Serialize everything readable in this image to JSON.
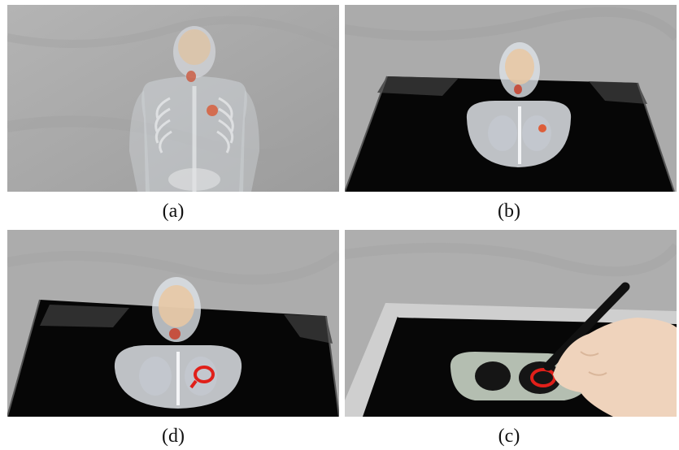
{
  "figure": {
    "panels": [
      {
        "id": "a",
        "caption": "(a)"
      },
      {
        "id": "b",
        "caption": "(b)"
      },
      {
        "id": "d",
        "caption": "(d)"
      },
      {
        "id": "c",
        "caption": "(c)"
      }
    ]
  },
  "colors": {
    "wall": "#a9a9a9",
    "tablet_screen": "#050505",
    "hologram": "#d8dde2",
    "tumor": "#e0522a",
    "marker_ink": "#e0201a",
    "tape": "#cfcfcf"
  }
}
